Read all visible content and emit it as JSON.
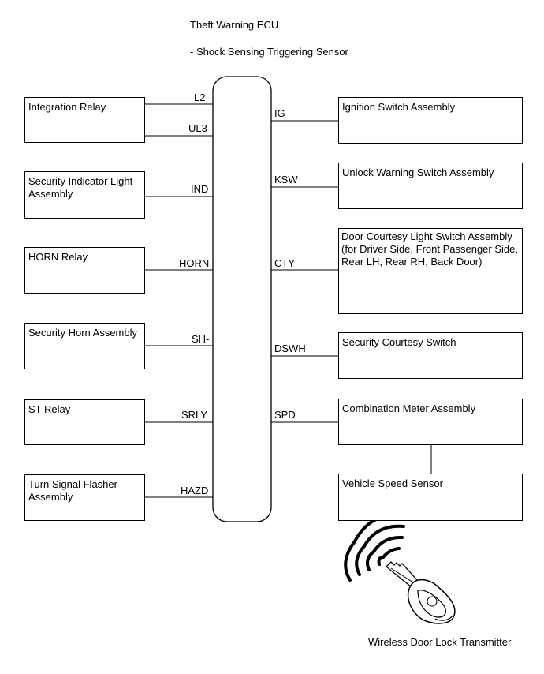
{
  "header": {
    "ecu_title": "Theft Warning ECU",
    "ecu_subtitle": "- Shock Sensing Triggering Sensor"
  },
  "left_components": [
    {
      "label": "Integration Relay"
    },
    {
      "label": "Security Indicator Light Assembly"
    },
    {
      "label": "HORN Relay"
    },
    {
      "label": "Security Horn Assembly"
    },
    {
      "label": "ST Relay"
    },
    {
      "label": "Turn Signal Flasher Assembly"
    }
  ],
  "left_pins": [
    "L2",
    "UL3",
    "IND",
    "HORN",
    "SH-",
    "SRLY",
    "HAZD"
  ],
  "right_components": [
    {
      "label": "Ignition Switch Assembly"
    },
    {
      "label": "Unlock Warning Switch Assembly"
    },
    {
      "label": "Door Courtesy Light Switch Assembly (for Driver Side, Front Passenger Side, Rear LH, Rear RH, Back Door)"
    },
    {
      "label": "Security Courtesy Switch"
    },
    {
      "label": "Combination Meter Assembly"
    },
    {
      "label": "Vehicle Speed Sensor"
    }
  ],
  "right_pins": [
    "IG",
    "KSW",
    "CTY",
    "DSWH",
    "SPD"
  ],
  "transmitter": {
    "label": "Wireless Door Lock Transmitter",
    "icon": "key-fob-icon"
  }
}
